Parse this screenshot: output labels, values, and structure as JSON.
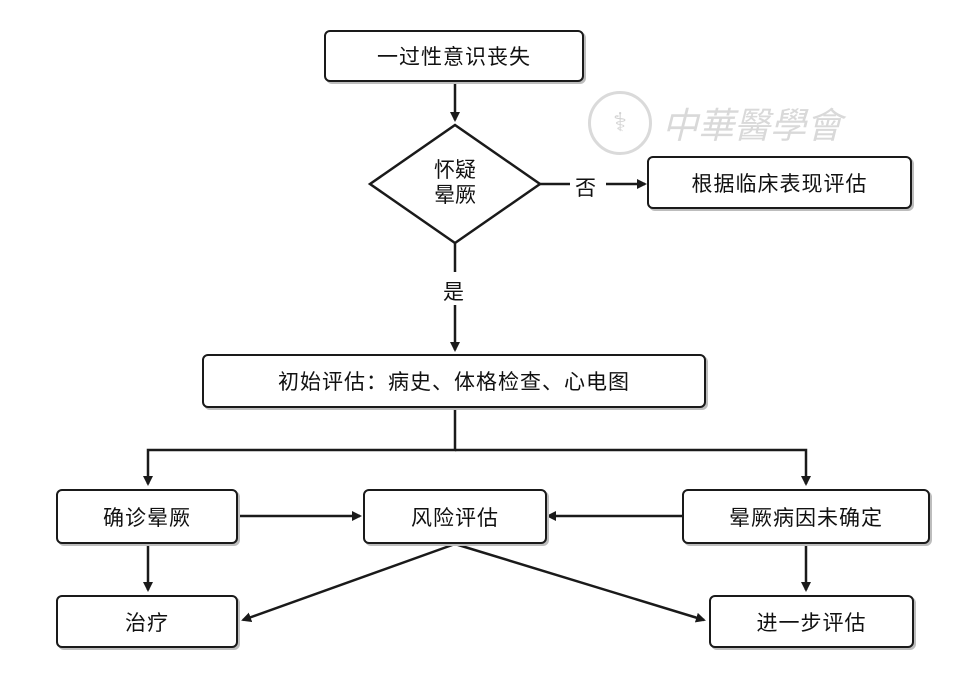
{
  "nodes": {
    "start": "一过性意识丧失",
    "decision_line1": "怀疑",
    "decision_line2": "晕厥",
    "clinical": "根据临床表现评估",
    "initial": "初始评估：病史、体格检查、心电图",
    "confirmed": "确诊晕厥",
    "risk": "风险评估",
    "unknown": "晕厥病因未确定",
    "treatment": "治疗",
    "further": "进一步评估"
  },
  "edge_labels": {
    "no": "否",
    "yes": "是"
  },
  "watermark": {
    "text": "中華醫學會",
    "seal_icon": "seal-icon"
  },
  "colors": {
    "line": "#1a1a1a",
    "shadow": "#bdbdbd",
    "watermark": "#d9d9d9"
  }
}
